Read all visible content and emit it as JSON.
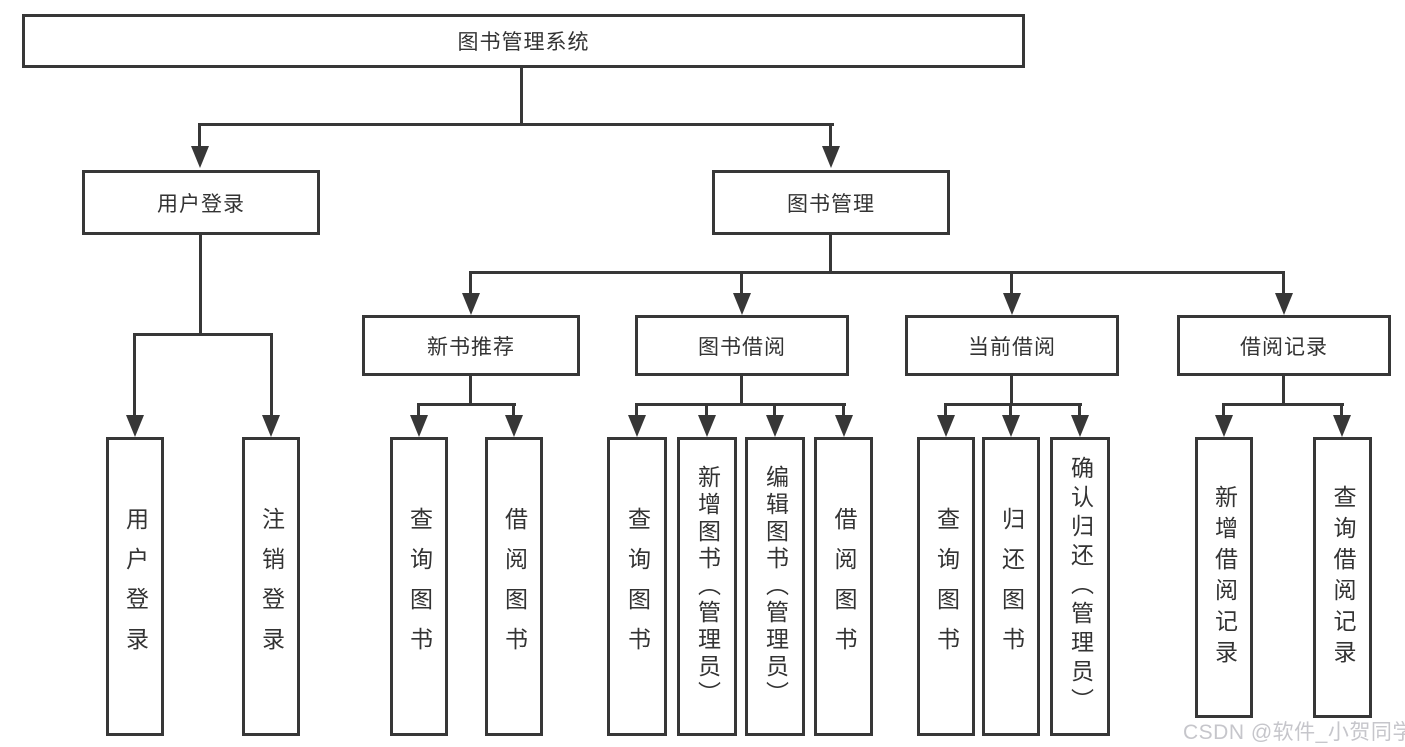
{
  "diagram_title": "图书管理系统",
  "watermark": {
    "text": "CSDN @软件_小贺同学",
    "color": "#c6c6cb"
  },
  "colors": {
    "line": "#373737",
    "text": "#333333",
    "background": "#ffffff"
  },
  "tree": {
    "root": {
      "label": "图书管理系统",
      "children": [
        {
          "label": "用户登录",
          "children": [
            {
              "label": "用户登录"
            },
            {
              "label": "注销登录"
            }
          ]
        },
        {
          "label": "图书管理",
          "children": [
            {
              "label": "新书推荐",
              "children": [
                {
                  "label": "查询图书"
                },
                {
                  "label": "借阅图书"
                }
              ]
            },
            {
              "label": "图书借阅",
              "children": [
                {
                  "label": "查询图书"
                },
                {
                  "label": "新增图书（管理员）"
                },
                {
                  "label": "编辑图书（管理员）"
                },
                {
                  "label": "借阅图书"
                }
              ]
            },
            {
              "label": "当前借阅",
              "children": [
                {
                  "label": "查询图书"
                },
                {
                  "label": "归还图书"
                },
                {
                  "label": "确认归还（管理员）"
                }
              ]
            },
            {
              "label": "借阅记录",
              "children": [
                {
                  "label": "新增借阅记录"
                },
                {
                  "label": "查询借阅记录"
                }
              ]
            }
          ]
        }
      ]
    }
  }
}
